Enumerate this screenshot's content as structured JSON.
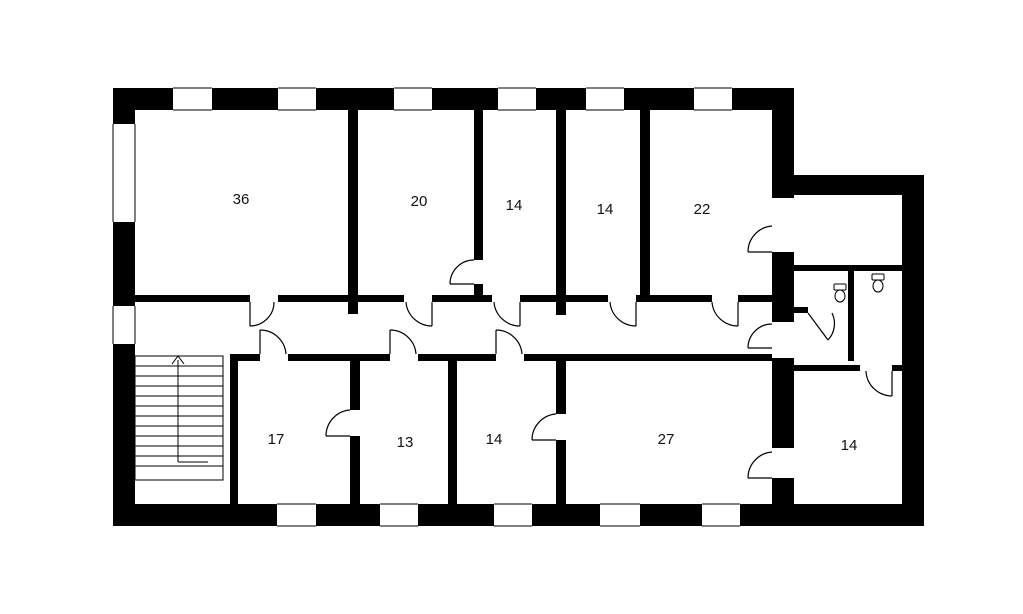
{
  "colors": {
    "wall": "#000000",
    "background": "#ffffff",
    "thin_line": "#222222"
  },
  "rooms": [
    {
      "id": "room-36",
      "area": "36"
    },
    {
      "id": "room-20",
      "area": "20"
    },
    {
      "id": "room-14-a",
      "area": "14"
    },
    {
      "id": "room-14-b",
      "area": "14"
    },
    {
      "id": "room-22",
      "area": "22"
    },
    {
      "id": "room-17",
      "area": "17"
    },
    {
      "id": "room-13",
      "area": "13"
    },
    {
      "id": "room-14-c",
      "area": "14"
    },
    {
      "id": "room-27",
      "area": "27"
    },
    {
      "id": "room-14-d",
      "area": "14"
    }
  ],
  "fixtures": [
    {
      "id": "staircase",
      "icon": "staircase-icon"
    },
    {
      "id": "toilet-1",
      "icon": "toilet-icon"
    },
    {
      "id": "toilet-2",
      "icon": "toilet-icon"
    }
  ]
}
